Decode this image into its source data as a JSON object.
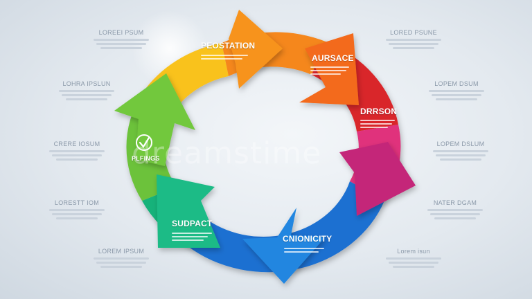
{
  "colors": {
    "yellow": "#f9c21e",
    "orange": "#f5871f",
    "red": "#d9262a",
    "magenta": "#e0307c",
    "blue": "#1f6fd1",
    "teal": "#18b27a",
    "green": "#6cc23a"
  },
  "watermark": "dreamstime",
  "segments": {
    "top": {
      "title": "PEOSTATION",
      "lines": 2
    },
    "upper_right": {
      "title": "AURSACE",
      "lines": 3
    },
    "right": {
      "title": "DRRSON",
      "lines": 3
    },
    "bottom": {
      "title": "CNIONICITY",
      "lines": 2
    },
    "lower_left": {
      "title": "SUDPACT",
      "lines": 3
    },
    "left": {
      "title": "PLFINGS",
      "icon": "check-icon"
    }
  },
  "side_labels": {
    "left": [
      {
        "title": "LOREEI PSUM"
      },
      {
        "title": "LOHRA IPSLUN"
      },
      {
        "title": "CRERE IOSUM"
      },
      {
        "title": "LORESTT IOM"
      },
      {
        "title": "LOREM IPSUM"
      }
    ],
    "right": [
      {
        "title": "LORED PSUNE"
      },
      {
        "title": "LOPEM DSUM"
      },
      {
        "title": "LOPEM DSLUM"
      },
      {
        "title": "NATER DGAM"
      },
      {
        "title": "Lorem isun"
      }
    ]
  }
}
